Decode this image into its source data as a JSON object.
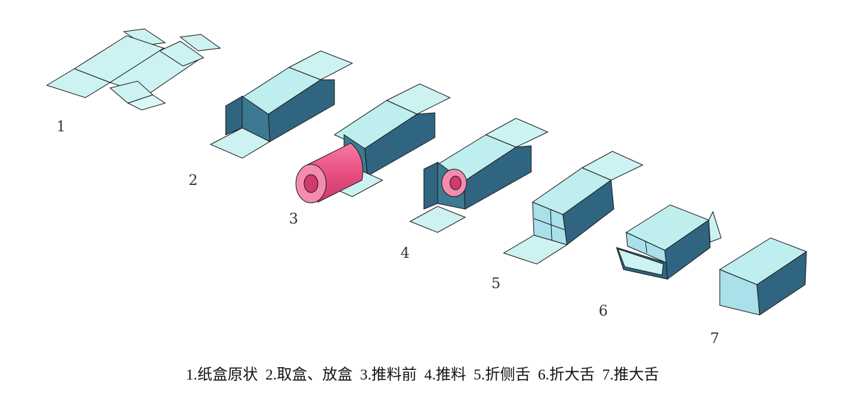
{
  "colors": {
    "flap": "#cdf2f2",
    "flap_light": "#dbf7f7",
    "box_top": "#bfeeee",
    "box_front": "#a9e0ea",
    "box_dark": "#2f6580",
    "outline": "#1a1a1a",
    "roll_body": "#ea4f83",
    "roll_end": "#f48cb0",
    "roll_hole": "#d23a6b"
  },
  "steps": [
    {
      "number": "1"
    },
    {
      "number": "2"
    },
    {
      "number": "3"
    },
    {
      "number": "4"
    },
    {
      "number": "5"
    },
    {
      "number": "6"
    },
    {
      "number": "7"
    }
  ],
  "caption": "1.纸盒原状  2.取盒、放盒  3.推料前  4.推料  5.折侧舌  6.折大舌  7.推大舌"
}
